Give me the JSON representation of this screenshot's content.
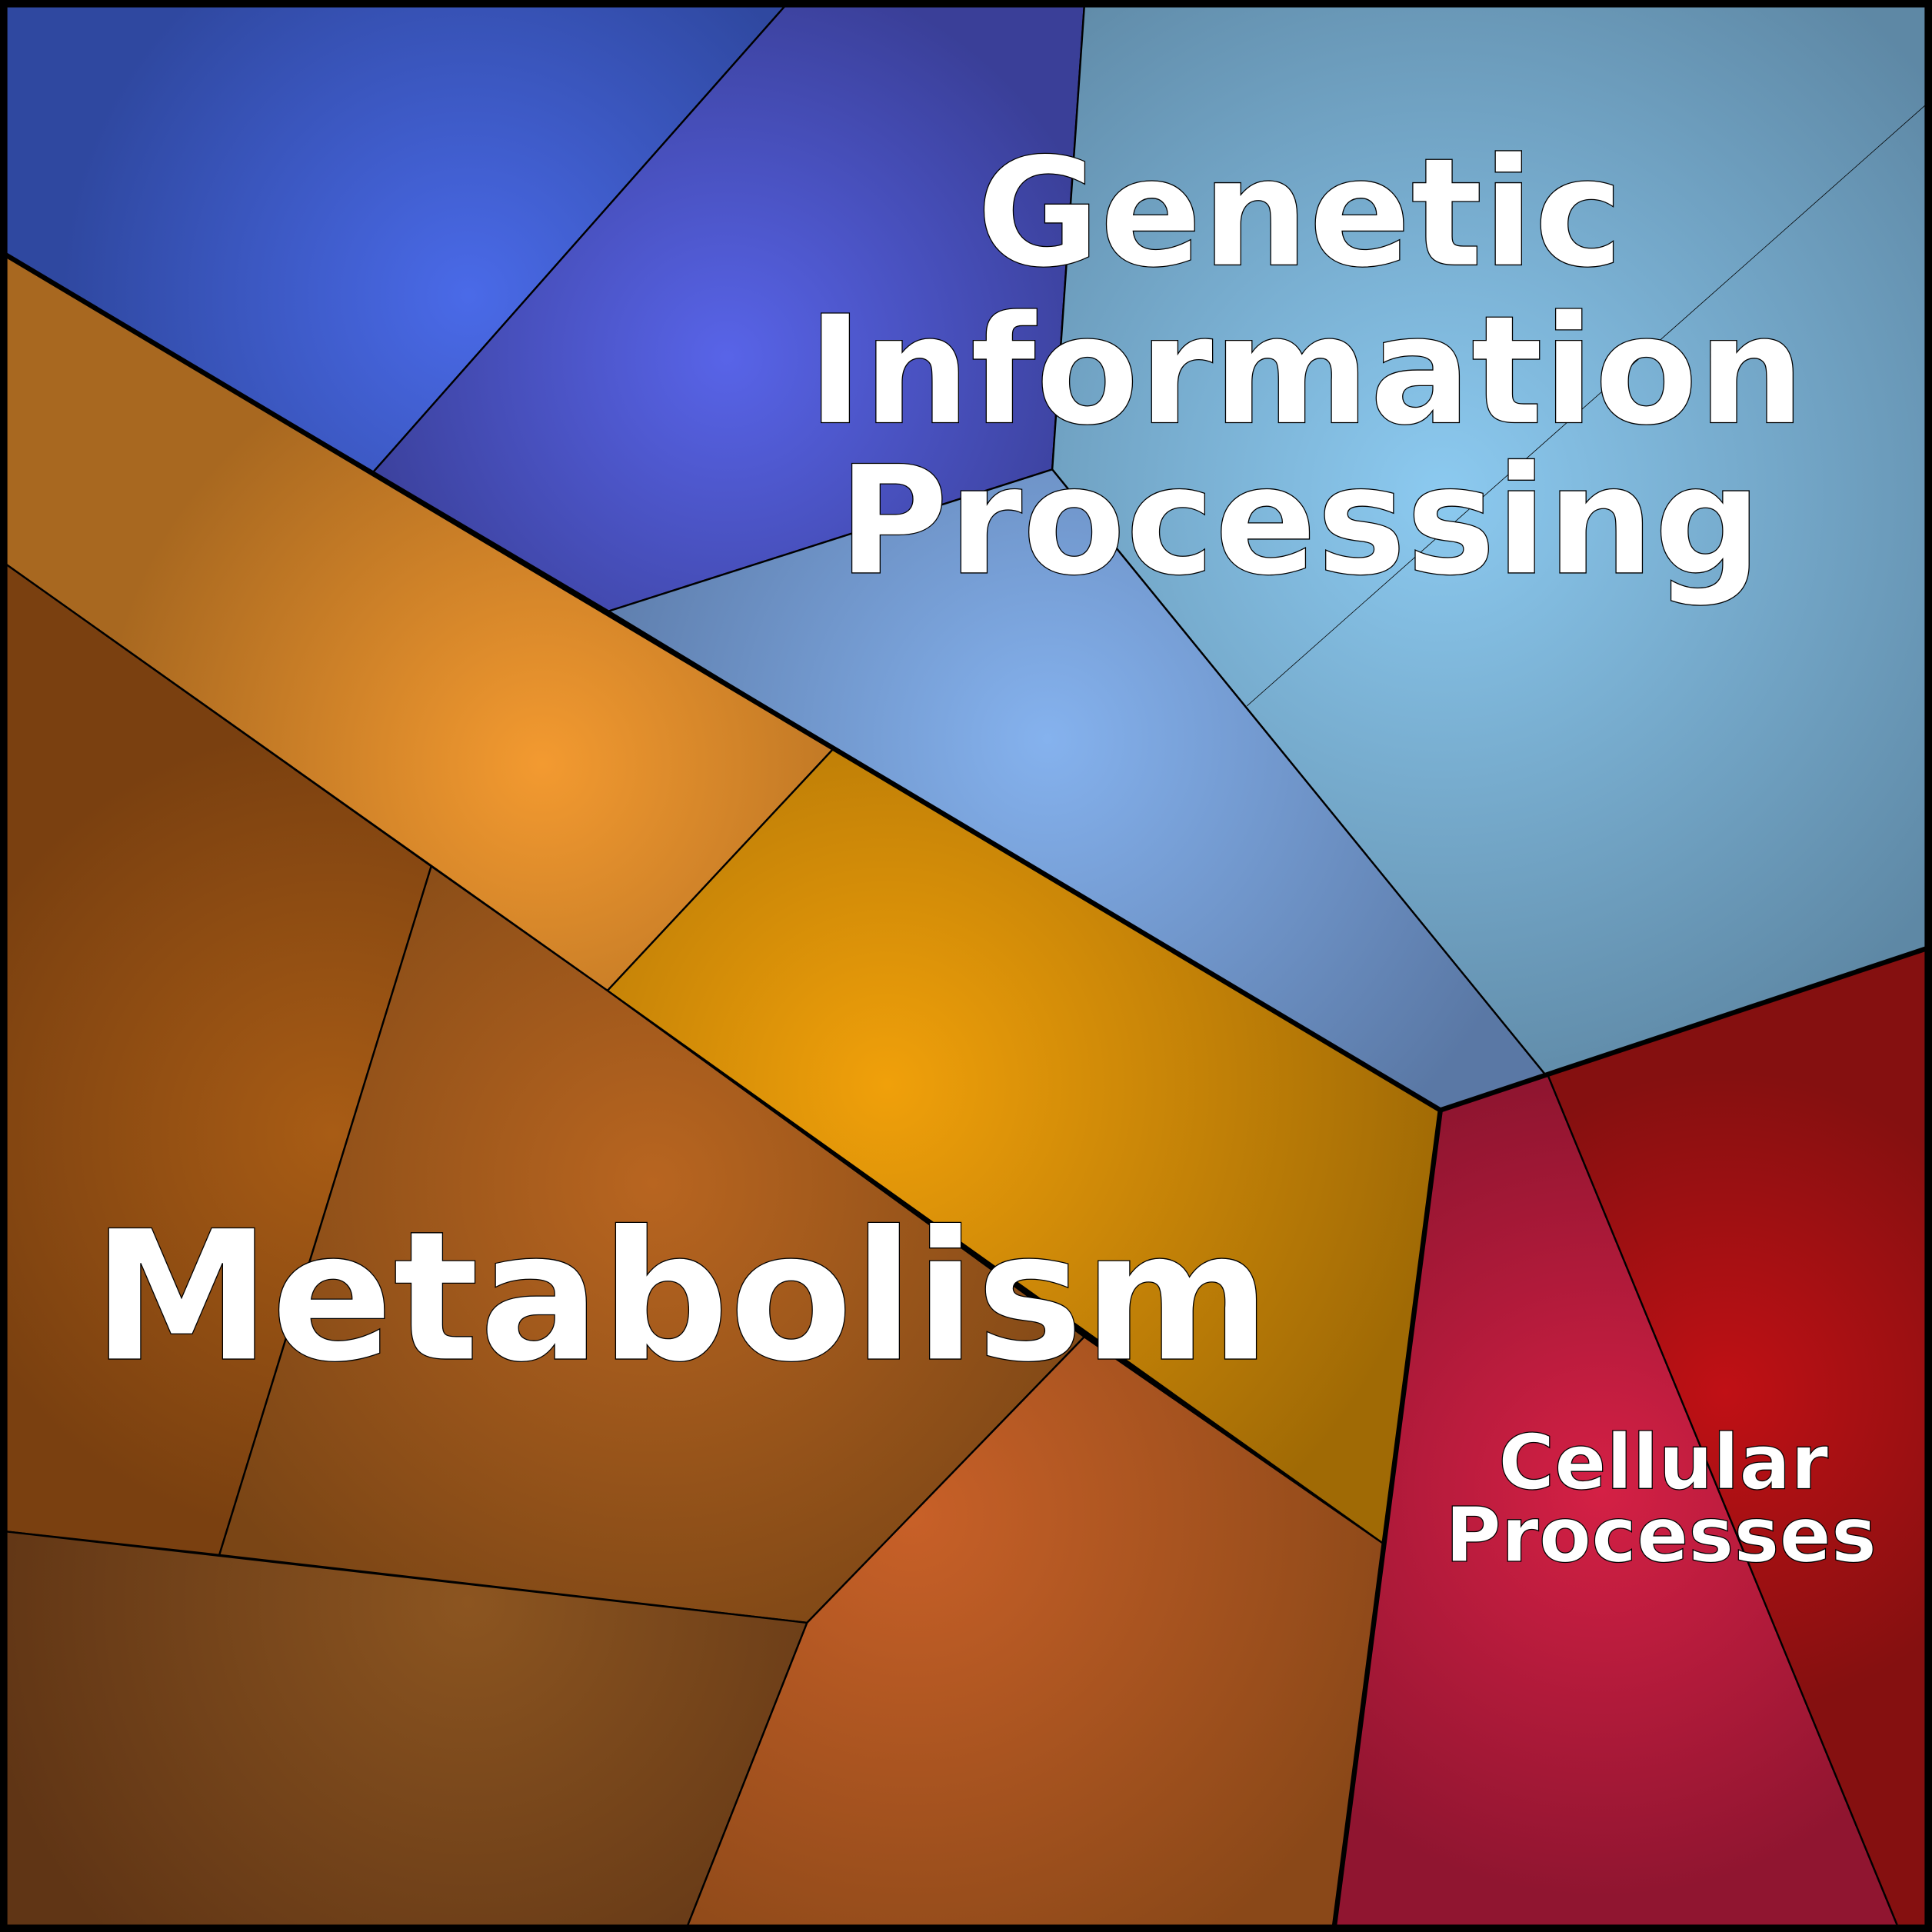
{
  "labels": {
    "genetic": [
      "Genetic",
      "Information",
      "Processing"
    ],
    "metabolism": "Metabolism",
    "cellular": [
      "Cellular",
      "Processes"
    ]
  },
  "colors": {
    "blue1": {
      "center": "#4a6ae8",
      "edge": "#2f48a0"
    },
    "blue2": {
      "center": "#5864e8",
      "edge": "#3a3f98"
    },
    "lightblue": {
      "center": "#8ccaf0",
      "edge": "#5e88a5"
    },
    "bluegrey": {
      "center": "#85b2ee",
      "edge": "#5a78a5"
    },
    "orange": {
      "center": "#f39a30",
      "edge": "#a86820"
    },
    "gold": {
      "center": "#f0a00a",
      "edge": "#a06a05"
    },
    "brownleft": {
      "center": "#a85c15",
      "edge": "#7a4010"
    },
    "brownmid": {
      "center": "#b86520",
      "edge": "#7a4515"
    },
    "bottomleft": {
      "center": "#8c5520",
      "edge": "#603515"
    },
    "bottommid": {
      "center": "#c86028",
      "edge": "#8a4818"
    },
    "crimson": {
      "center": "#d42045",
      "edge": "#901530"
    },
    "red": {
      "center": "#c01015",
      "edge": "#851010"
    }
  }
}
